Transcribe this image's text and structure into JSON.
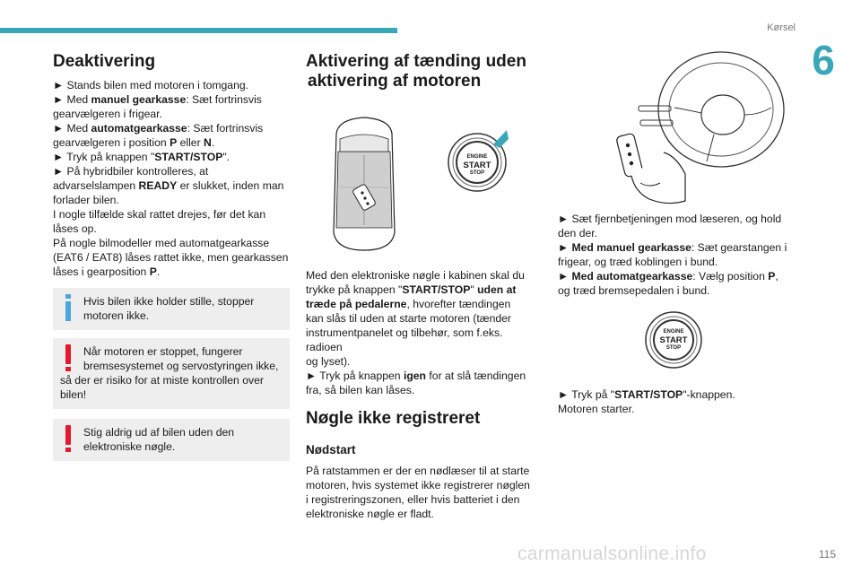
{
  "header": {
    "section": "Kørsel",
    "chapter": "6"
  },
  "footer": {
    "page": "115",
    "watermark": "carmanualsonline.info"
  },
  "col1": {
    "title": "Deaktivering",
    "lines": [
      "► Stands bilen med motoren i tomgang.",
      "► Med |manuel gearkasse|: Sæt fortrinsvis",
      "gearvælgeren i frigear.",
      "► Med |automatgearkasse|: Sæt fortrinsvis",
      "gearvælgeren i position |P| eller |N|.",
      "► Tryk på knappen \"|START/STOP|\".",
      "► På hybridbiler kontrolleres, at",
      "advarselslampen |READY| er slukket, inden man",
      "forlader bilen.",
      "I nogle tilfælde skal rattet drejes, før det kan",
      "låses op.",
      "På nogle bilmodeller med automatgearkasse",
      "(EAT6 / EAT8) låses rattet ikke, men gearkassen",
      "låses i gearposition |P|."
    ],
    "info_box": [
      "Hvis bilen ikke holder stille, stopper",
      "motoren ikke."
    ],
    "warn_box_1": [
      "Når motoren er stoppet, fungerer",
      "bremsesystemet og servostyringen ikke,",
      "så der er risiko for at miste kontrollen over",
      "bilen!"
    ],
    "warn_box_2": [
      " Stig aldrig ud af bilen uden den",
      "elektroniske nøgle."
    ]
  },
  "col2": {
    "title_1": "Aktivering af tænding uden",
    "title_2": "aktivering af motoren",
    "lines": [
      "Med den elektroniske nøgle i kabinen skal du",
      "trykke på knappen \"|START/STOP|\" |uden at|",
      "|træde på pedalerne|, hvorefter tændingen",
      "kan slås til uden at starte motoren (tænder",
      "instrumentpanelet og tilbehør, som f.eks. radioen",
      "og lyset).",
      "► Tryk på knappen |igen| for at slå tændingen",
      "fra, så bilen kan låses."
    ],
    "heading2": "Nøgle ikke registreret",
    "subheading": "Nødstart",
    "lines2": [
      "På ratstammen er der en nødlæser til at starte",
      "motoren, hvis systemet ikke registrerer nøglen",
      "i registreringszonen, eller hvis batteriet i den",
      "elektroniske nøgle er fladt."
    ]
  },
  "button_label": {
    "l1": "ENGINE",
    "l2": "START",
    "l3": "STOP"
  },
  "col3": {
    "lines": [
      "► Sæt fjernbetjeningen mod læseren, og hold",
      "den der.",
      "► |Med manuel gearkasse|: Sæt gearstangen i",
      "frigear, og træd koblingen i bund.",
      "► |Med automatgearkasse|: Vælg position |P|,",
      "og træd bremsepedalen i bund."
    ],
    "lines2": [
      "► Tryk på \"|START/STOP|\"-knappen.",
      "Motoren starter."
    ]
  },
  "colors": {
    "accent": "#3aa7b8",
    "info": "#4aa6dc",
    "warning": "#e3192d",
    "box_bg": "#eeeeee"
  }
}
